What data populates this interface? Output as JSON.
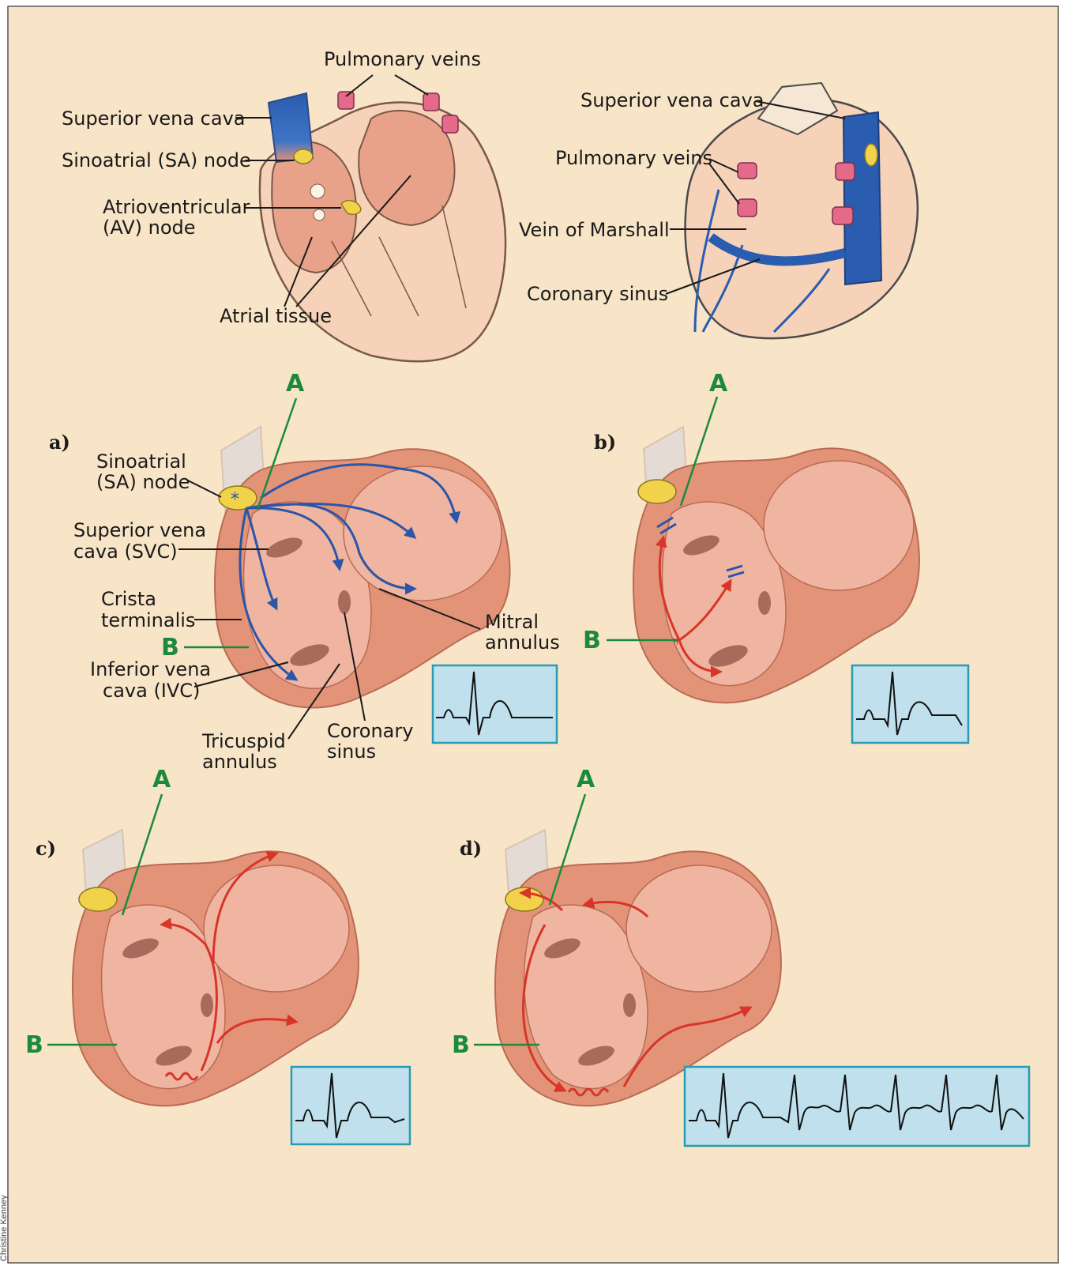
{
  "figure": {
    "top_left": {
      "labels": {
        "svc": "Superior vena cava",
        "sa_node": "Sinoatrial (SA) node",
        "av_node_1": "Atrioventricular",
        "av_node_2": "(AV) node",
        "pulmonary_veins": "Pulmonary veins",
        "atrial_tissue": "Atrial tissue"
      }
    },
    "top_right": {
      "labels": {
        "svc": "Superior vena cava",
        "pulmonary_veins": "Pulmonary veins",
        "vein_of_marshall": "Vein of Marshall",
        "coronary_sinus": "Coronary sinus"
      }
    },
    "panels": {
      "a": {
        "letter": "a)",
        "A": "A",
        "B": "B",
        "labels": {
          "sa_1": "Sinoatrial",
          "sa_2": "(SA) node",
          "svc_1": "Superior vena",
          "svc_2": "cava (SVC)",
          "crista_1": "Crista",
          "crista_2": "terminalis",
          "ivc_1": "Inferior vena",
          "ivc_2": "cava (IVC)",
          "tricuspid_1": "Tricuspid",
          "tricuspid_2": "annulus",
          "coronary_1": "Coronary",
          "coronary_2": "sinus",
          "mitral_1": "Mitral",
          "mitral_2": "annulus"
        }
      },
      "b": {
        "letter": "b)",
        "A": "A",
        "B": "B"
      },
      "c": {
        "letter": "c)",
        "A": "A",
        "B": "B"
      },
      "d": {
        "letter": "d)",
        "A": "A",
        "B": "B"
      }
    },
    "credit": "Christine Kenney",
    "colors": {
      "background": "#f8e4c6",
      "atrial_wall": "#e39478",
      "atrial_inner": "#efb5a0",
      "vein_blue": "#2a5cb0",
      "activation_blue": "#2a55a8",
      "reentry_red": "#d8342a",
      "node_yellow": "#f2d24a",
      "label_green": "#1c8a3c",
      "ecg_fill": "#bfe0ec"
    }
  }
}
